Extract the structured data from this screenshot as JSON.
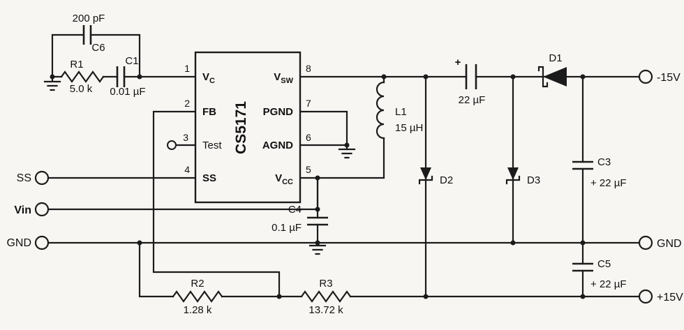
{
  "schematic": {
    "ic": {
      "name": "CS5171",
      "pins_left": [
        {
          "num": "1",
          "label": "V",
          "sub": "C"
        },
        {
          "num": "2",
          "label": "FB",
          "sub": ""
        },
        {
          "num": "3",
          "label": "Test",
          "sub": ""
        },
        {
          "num": "4",
          "label": "SS",
          "sub": ""
        }
      ],
      "pins_right": [
        {
          "num": "8",
          "label": "V",
          "sub": "SW"
        },
        {
          "num": "7",
          "label": "PGND",
          "sub": ""
        },
        {
          "num": "6",
          "label": "AGND",
          "sub": ""
        },
        {
          "num": "5",
          "label": "V",
          "sub": "CC"
        }
      ]
    },
    "components": {
      "c6": {
        "ref": "C6",
        "value": "200 pF"
      },
      "r1": {
        "ref": "R1",
        "value": "5.0 k"
      },
      "c1": {
        "ref": "C1",
        "value": "0.01 µF"
      },
      "l1": {
        "ref": "L1",
        "value": "15 µH"
      },
      "cout": {
        "plus": "+",
        "value": "22 µF"
      },
      "d1": {
        "ref": "D1"
      },
      "d2": {
        "ref": "D2"
      },
      "d3": {
        "ref": "D3"
      },
      "c3": {
        "ref": "C3",
        "value": "+ 22 µF"
      },
      "c4": {
        "ref": "C4",
        "value": "0.1 µF"
      },
      "c5": {
        "ref": "C5",
        "value": "+ 22 µF"
      },
      "r2": {
        "ref": "R2",
        "value": "1.28 k"
      },
      "r3": {
        "ref": "R3",
        "value": "13.72 k"
      }
    },
    "terminals": {
      "ss": "SS",
      "vin": "Vin",
      "gnd_left": "GND",
      "neg15": "-15V",
      "gnd_right": "GND",
      "pos15": "+15V"
    }
  }
}
